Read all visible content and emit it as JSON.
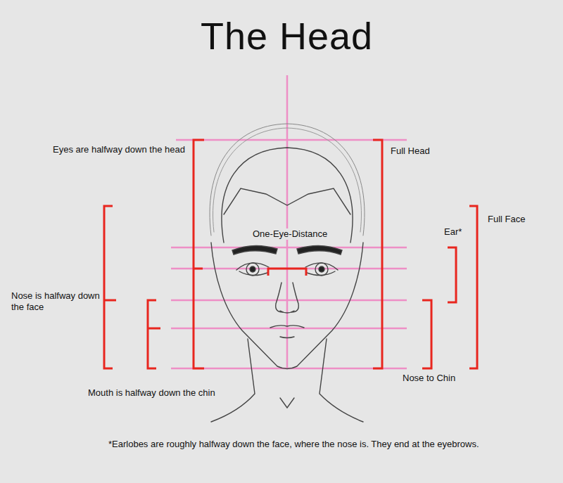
{
  "diagram": {
    "title": "The Head",
    "caption": "*Earlobes are roughly halfway down the face, where the nose is. They end at the eyebrows.",
    "labels": [
      "Eyes are halfway down the head",
      "Full Head",
      "Full Face",
      "Ear*",
      "One-Eye-Distance",
      "Nose is halfway down the face",
      "Nose to Chin",
      "Mouth is halfway down the chin"
    ]
  }
}
